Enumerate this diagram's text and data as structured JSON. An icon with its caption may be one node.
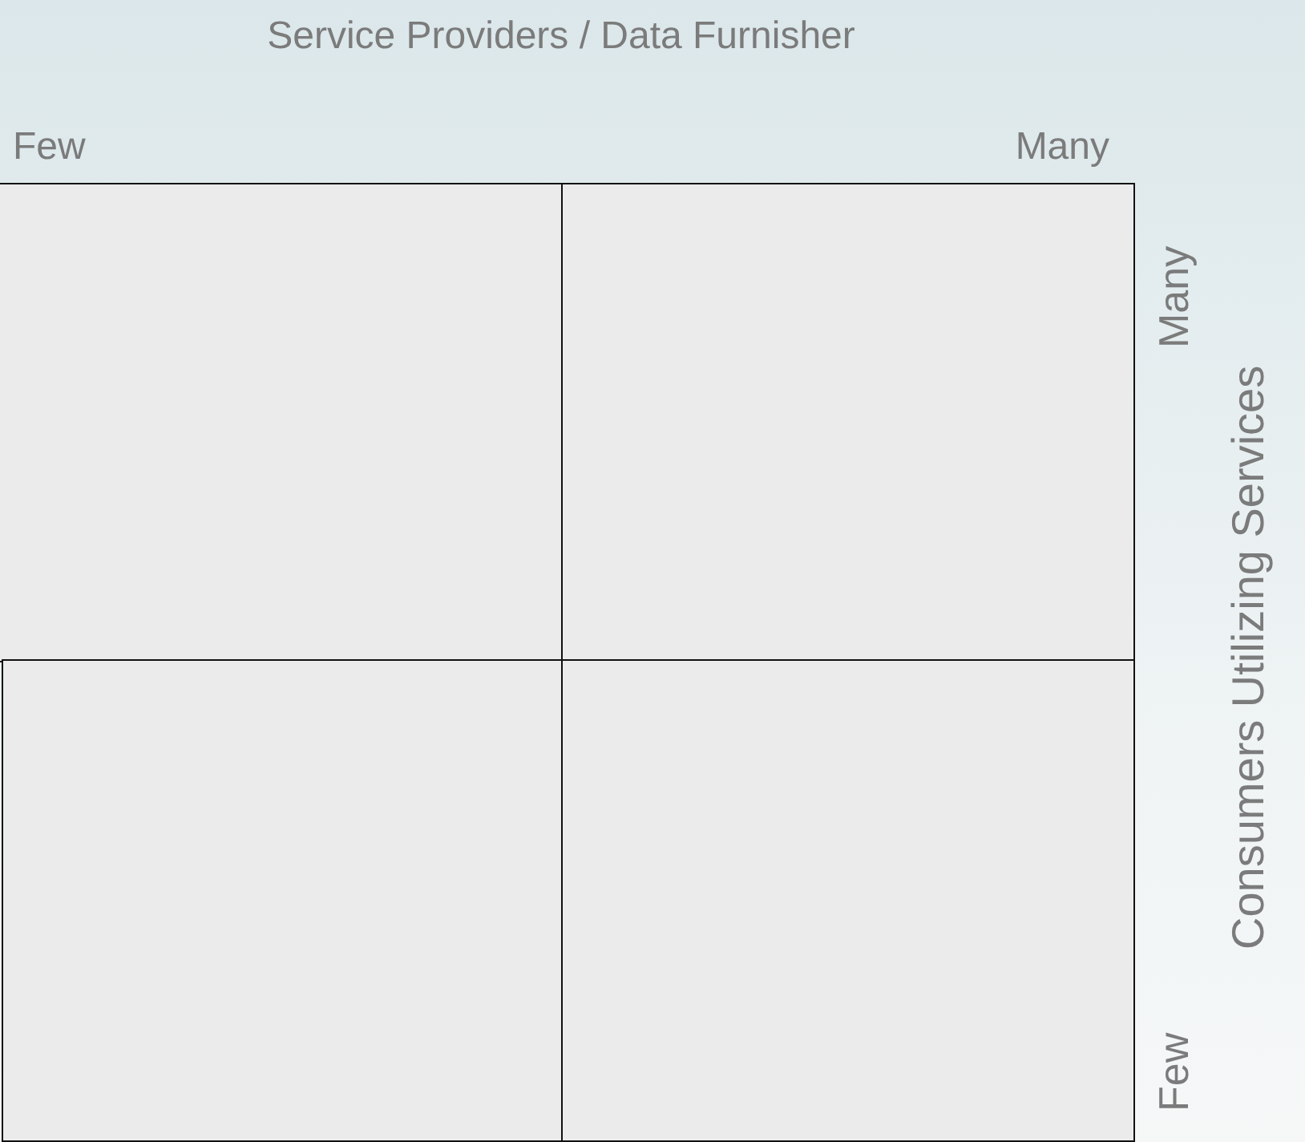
{
  "diagram": {
    "title": "Service Providers / Data Furnisher",
    "nodes": [
      {
        "text": [],
        "shape": "box"
      },
      {
        "text": [],
        "shape": "box"
      },
      {
        "text": [],
        "shape": "box"
      },
      {
        "text": [],
        "shape": "box"
      }
    ],
    "labels": [
      "Few",
      "Many",
      "Many",
      "Few",
      "Consumers Utilizing Services"
    ]
  }
}
